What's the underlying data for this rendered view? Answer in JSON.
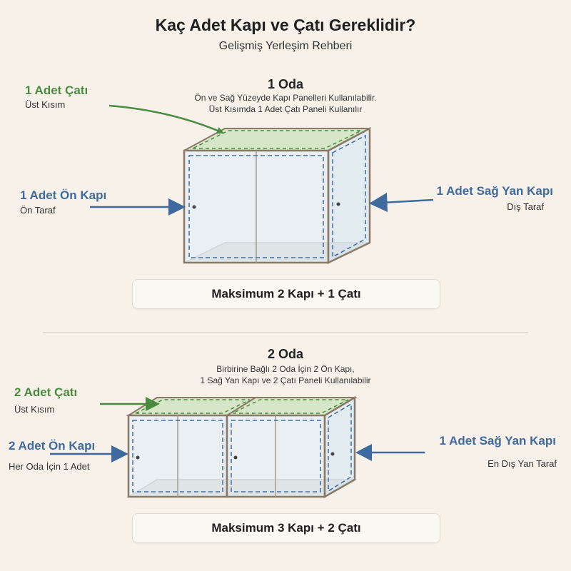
{
  "header": {
    "title": "Kaç Adet Kapı ve Çatı Gereklidir?",
    "subtitle": "Gelişmiş Yerleşim Rehberi"
  },
  "section1": {
    "title": "1 Oda",
    "desc_line1": "Ön ve Sağ Yüzeyde Kapı Panelleri Kullanılabilir.",
    "desc_line2": "Üst Kısımda 1 Adet Çatı Paneli Kullanılır",
    "roof_label": "1 Adet Çatı",
    "roof_sub": "Üst Kısım",
    "front_label": "1 Adet Ön Kapı",
    "front_sub": "Ön Taraf",
    "side_label": "1 Adet Sağ Yan Kapı",
    "side_sub": "Dış Taraf",
    "summary": "Maksimum 2 Kapı + 1 Çatı"
  },
  "section2": {
    "title": "2 Oda",
    "desc_line1": "Birbirine Bağlı 2 Oda İçin 2 Ön Kapı,",
    "desc_line2": "1 Sağ Yan Kapı ve 2 Çatı Paneli Kullanılabilir",
    "roof_label": "2 Adet Çatı",
    "roof_sub": "Üst Kısım",
    "front_label": "2 Adet Ön Kapı",
    "front_sub": "Her Oda İçin 1 Adet",
    "side_label": "1 Adet Sağ Yan Kapı",
    "side_sub": "En Dış Yan Taraf",
    "summary": "Maksimum 3 Kapı + 2 Çatı"
  },
  "colors": {
    "background": "#f7f1ea",
    "roof_green": "#4a8c3f",
    "door_blue": "#3f6aa0",
    "frame_brown": "#8b7968"
  }
}
